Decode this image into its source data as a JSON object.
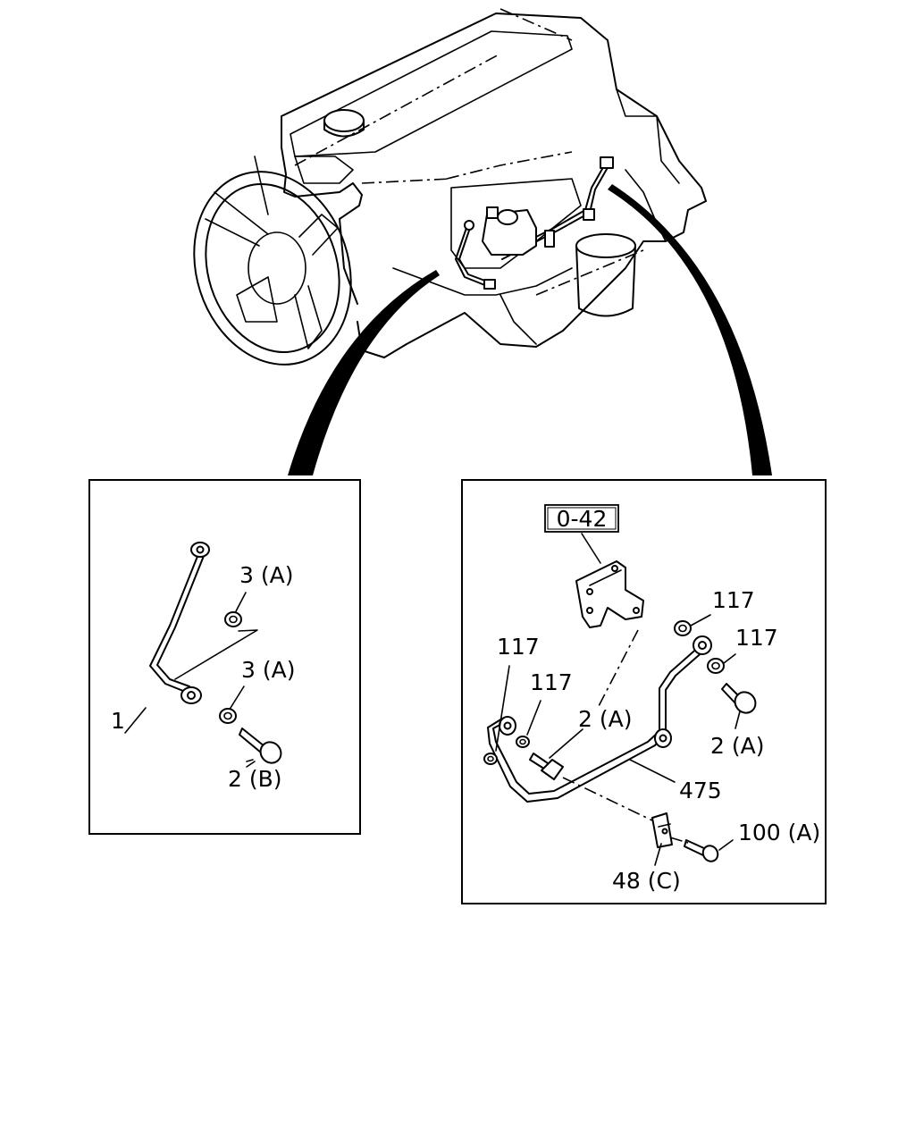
{
  "diagram": {
    "ref_box": "0-42",
    "left_panel": {
      "labels": {
        "pipe": "1",
        "washer_upper": "3 (A)",
        "washer_lower": "3 (A)",
        "bolt": "2 (B)"
      }
    },
    "right_panel": {
      "labels": {
        "washer_a": "117",
        "washer_b": "117",
        "washer_c": "117",
        "washer_d": "117",
        "bolt_center": "2 (A)",
        "bolt_right": "2 (A)",
        "pipe": "475",
        "bolt_clip": "100 (A)",
        "clip": "48 (C)"
      }
    }
  }
}
